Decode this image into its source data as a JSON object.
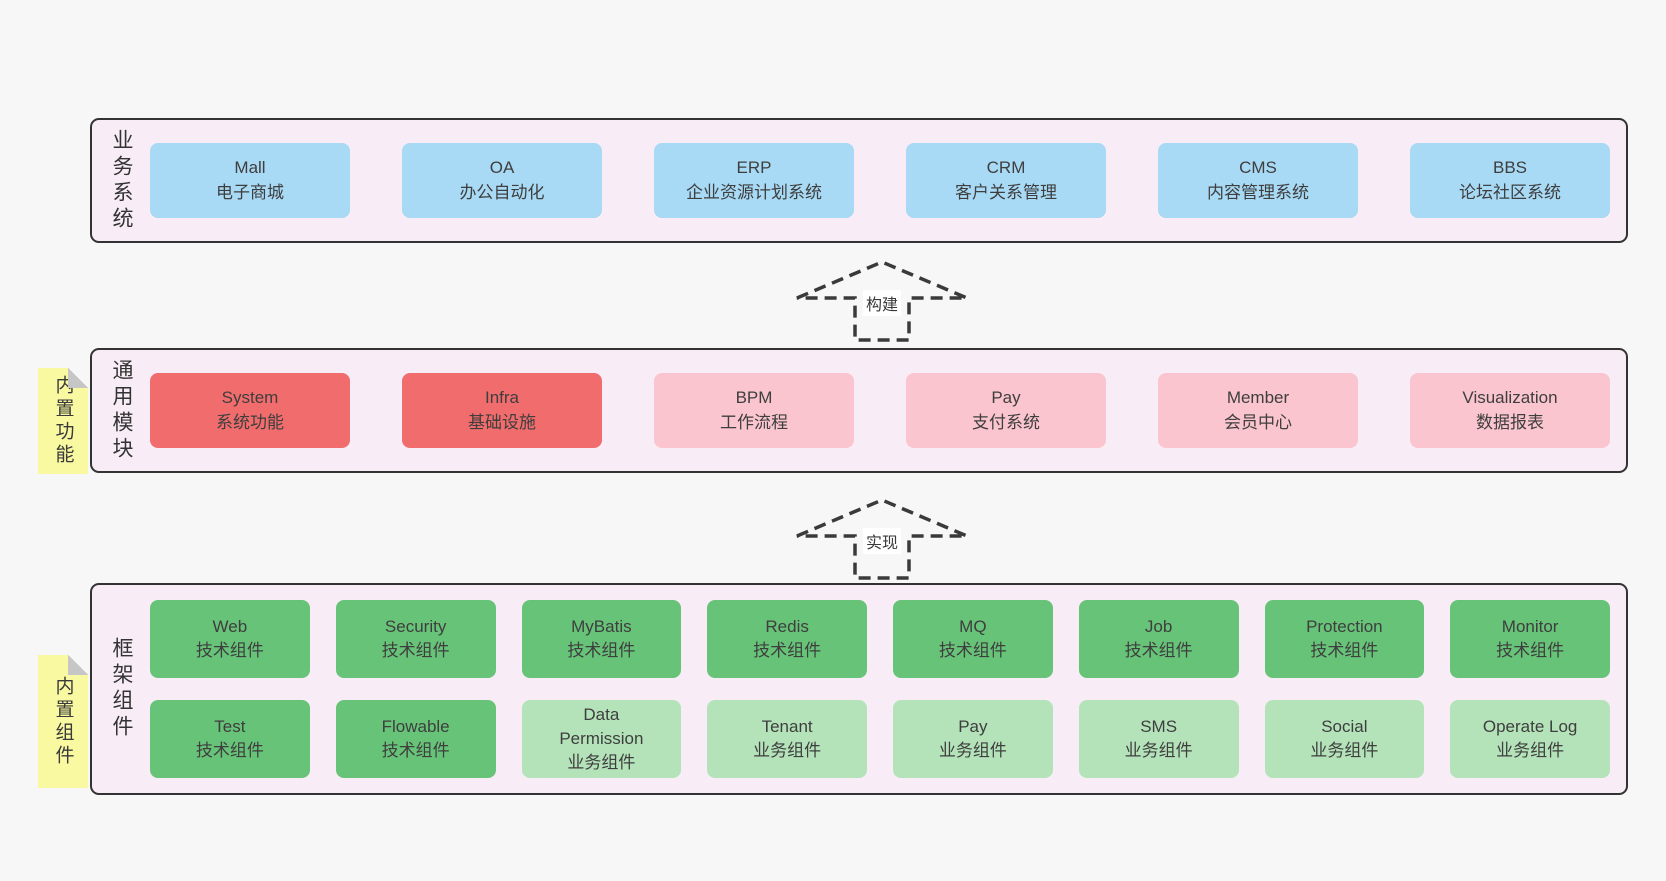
{
  "colors": {
    "page_bg": "#f7f7f7",
    "band_fill": "#f8edf6",
    "band_border": "#333333",
    "sticky_fill": "#f9f9a2",
    "sticky_fold": "#c6c6c6",
    "text": "#3e3e3e",
    "arrow_stroke": "#3a3a3a",
    "box_variants": {
      "blue": "#a8daf5",
      "red": "#f16c6c",
      "pink": "#fac5ce",
      "green": "#67c378",
      "light_green": "#b4e3ba"
    }
  },
  "bands": [
    {
      "id": "business-systems",
      "label": "业务系统",
      "sticky": null,
      "rows": [
        [
          {
            "en": "Mall",
            "zh": "电子商城",
            "variant": "blue"
          },
          {
            "en": "OA",
            "zh": "办公自动化",
            "variant": "blue"
          },
          {
            "en": "ERP",
            "zh": "企业资源计划系统",
            "variant": "blue"
          },
          {
            "en": "CRM",
            "zh": "客户关系管理",
            "variant": "blue"
          },
          {
            "en": "CMS",
            "zh": "内容管理系统",
            "variant": "blue"
          },
          {
            "en": "BBS",
            "zh": "论坛社区系统",
            "variant": "blue"
          }
        ]
      ]
    },
    {
      "id": "common-modules",
      "label": "通用模块",
      "sticky": "内置功能",
      "rows": [
        [
          {
            "en": "System",
            "zh": "系统功能",
            "variant": "red"
          },
          {
            "en": "Infra",
            "zh": "基础设施",
            "variant": "red"
          },
          {
            "en": "BPM",
            "zh": "工作流程",
            "variant": "pink"
          },
          {
            "en": "Pay",
            "zh": "支付系统",
            "variant": "pink"
          },
          {
            "en": "Member",
            "zh": "会员中心",
            "variant": "pink"
          },
          {
            "en": "Visualization",
            "zh": "数据报表",
            "variant": "pink"
          }
        ]
      ]
    },
    {
      "id": "framework-components",
      "label": "框架组件",
      "sticky": "内置组件",
      "rows": [
        [
          {
            "en": "Web",
            "zh": "技术组件",
            "variant": "green"
          },
          {
            "en": "Security",
            "zh": "技术组件",
            "variant": "green"
          },
          {
            "en": "MyBatis",
            "zh": "技术组件",
            "variant": "green"
          },
          {
            "en": "Redis",
            "zh": "技术组件",
            "variant": "green"
          },
          {
            "en": "MQ",
            "zh": "技术组件",
            "variant": "green"
          },
          {
            "en": "Job",
            "zh": "技术组件",
            "variant": "green"
          },
          {
            "en": "Protection",
            "zh": "技术组件",
            "variant": "green"
          },
          {
            "en": "Monitor",
            "zh": "技术组件",
            "variant": "green"
          }
        ],
        [
          {
            "en": "Test",
            "zh": "技术组件",
            "variant": "green"
          },
          {
            "en": "Flowable",
            "zh": "技术组件",
            "variant": "green"
          },
          {
            "en": "Data Permission",
            "zh": "业务组件",
            "variant": "light_green"
          },
          {
            "en": "Tenant",
            "zh": "业务组件",
            "variant": "light_green"
          },
          {
            "en": "Pay",
            "zh": "业务组件",
            "variant": "light_green"
          },
          {
            "en": "SMS",
            "zh": "业务组件",
            "variant": "light_green"
          },
          {
            "en": "Social",
            "zh": "业务组件",
            "variant": "light_green"
          },
          {
            "en": "Operate Log",
            "zh": "业务组件",
            "variant": "light_green"
          }
        ]
      ]
    }
  ],
  "arrows": [
    {
      "label": "构建"
    },
    {
      "label": "实现"
    }
  ]
}
